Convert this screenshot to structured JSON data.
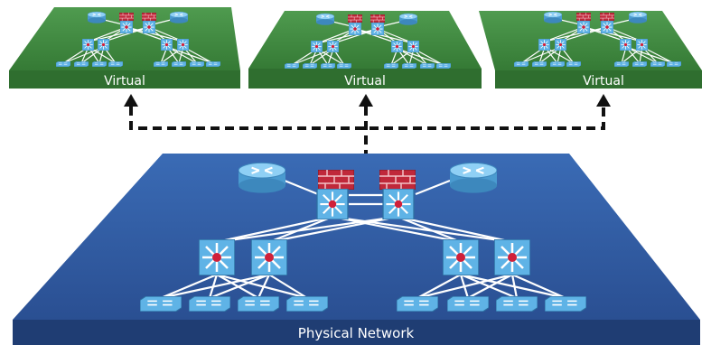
{
  "diagram": {
    "virtual_networks": [
      {
        "label": "Virtual"
      },
      {
        "label": "Virtual"
      },
      {
        "label": "Virtual"
      }
    ],
    "physical_network": {
      "label": "Physical Network"
    },
    "colors": {
      "virtual_top": "#3f8a3f",
      "virtual_front": "#2f6e2f",
      "physical_top": "#2f5597",
      "physical_front": "#1f3d73",
      "device": "#5fb3e6",
      "firewall": "#c0283a",
      "link": "#ffffff",
      "dashed_arrow": "#111111"
    },
    "icons": [
      "router-icon",
      "firewall-icon",
      "multilayer-switch-icon",
      "access-switch-icon"
    ]
  }
}
